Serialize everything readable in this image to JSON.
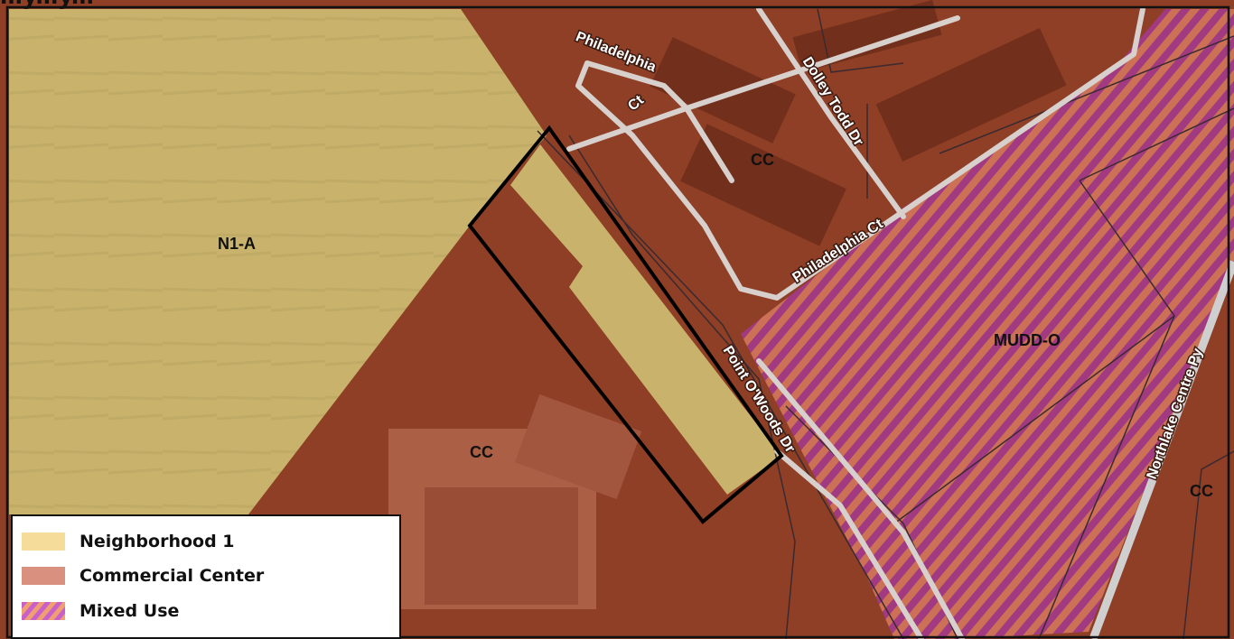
{
  "map": {
    "title_fragment": "...y...y...",
    "zones": {
      "n1a": "N1-A",
      "cc_left": "CC",
      "cc_top": "CC",
      "mudd": "MUDD-O",
      "cc_right": "CC"
    },
    "streets": {
      "philadelphia_ct_top": "Philadelphia",
      "philadelphia_ct_top2": "Ct",
      "dolley_todd": "Dolley Todd Dr",
      "philadelphia_ct": "Philadelphia Ct",
      "point_owoods": "Point O'Woods Dr",
      "northlake": "Northlake Centre Py"
    }
  },
  "legend": {
    "items": [
      {
        "label": "Neighborhood 1",
        "color": "#f5dc9a",
        "pattern": "solid"
      },
      {
        "label": "Commercial Center",
        "color": "#d9907f",
        "pattern": "solid"
      },
      {
        "label": "Mixed Use",
        "color": "#c95fc9",
        "color2": "#f0a070",
        "pattern": "stripes"
      }
    ]
  },
  "colors": {
    "neighborhood": "#c9b36c",
    "commercial": "#8e3f25",
    "commercial_dark": "#6e2b17",
    "mixed_a": "#b0409a",
    "mixed_b": "#e88a5e",
    "road": "#d8d0cc",
    "parcel_outline": "#000000"
  }
}
